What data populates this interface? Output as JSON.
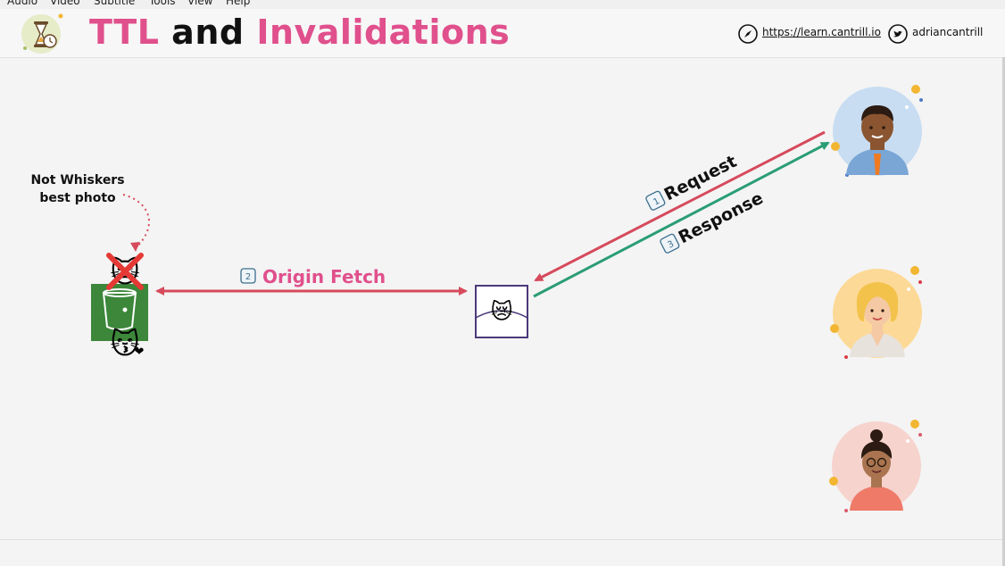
{
  "menubar": {
    "items": [
      "Audio",
      "Video",
      "Subtitle",
      "Tools",
      "View",
      "Help"
    ]
  },
  "header": {
    "title_part1": "TTL",
    "title_part2": "and",
    "title_part3": "Invalidations",
    "website": "https://learn.cantrill.io",
    "twitter": "adriancantrill"
  },
  "diagram": {
    "annotation_line1": "Not Whiskers",
    "annotation_line2": "best photo",
    "origin_fetch_step": "2",
    "origin_fetch_label": "Origin Fetch",
    "request_step": "1",
    "request_label": "Request",
    "response_step": "3",
    "response_label": "Response"
  },
  "colors": {
    "accent_pink": "#e0508c",
    "request_arrow": "#d64a5c",
    "response_arrow": "#2a9d74",
    "origin_arrow": "#d64a5c",
    "s3_green": "#3c873a",
    "edge_box": "#4b3a7a"
  }
}
